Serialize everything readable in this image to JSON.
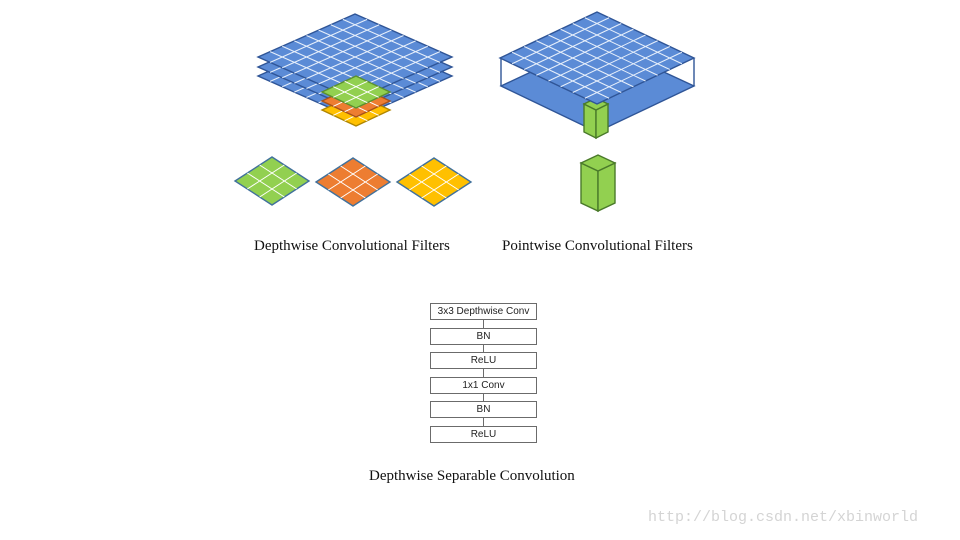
{
  "captions": {
    "depthwise": "Depthwise Convolutional Filters",
    "pointwise": "Pointwise Convolutional Filters",
    "separable": "Depthwise Separable Convolution"
  },
  "flow_steps": [
    {
      "label": "3x3 Depthwise Conv"
    },
    {
      "label": "BN"
    },
    {
      "label": "ReLU"
    },
    {
      "label": "1x1 Conv"
    },
    {
      "label": "BN"
    },
    {
      "label": "ReLU"
    }
  ],
  "watermark": "http://blog.csdn.net/xbinworld",
  "colors": {
    "blue": "#5b8bd6",
    "blue_edge": "#2f5597",
    "green": "#92d050",
    "orange": "#ed7d31",
    "yellow": "#ffc000",
    "filter_edge": "#41719c"
  }
}
